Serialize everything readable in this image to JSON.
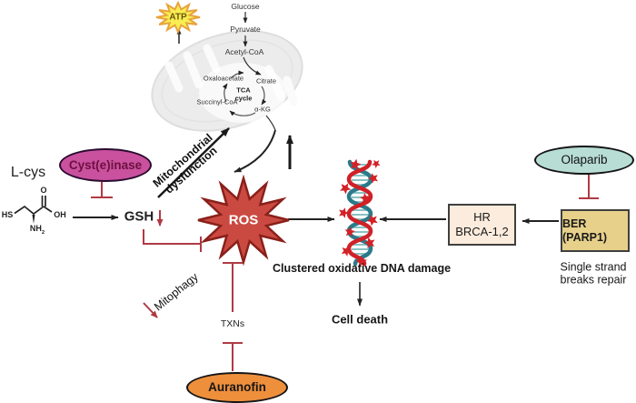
{
  "diagram": {
    "metabolism": {
      "glucose": "Glucose",
      "pyruvate": "Pyruvate",
      "acetyl_coa": "Acetyl-CoA",
      "oxaloacetate": "Oxaloacetate",
      "citrate": "Citrate",
      "tca_line1": "TCA",
      "tca_line2": "cycle",
      "succinyl_coa": "Succinyl-CoA",
      "alpha_kg": "α-KG",
      "atp": "ATP"
    },
    "cysteine_pathway": {
      "l_cys": "L-cys",
      "cysteinase": "Cyst(e)inase",
      "gsh": "GSH",
      "structure": {
        "hs": "HS",
        "o": "O",
        "oh": "OH",
        "nh": "NH",
        "nh_sub": "2"
      }
    },
    "center": {
      "mito_dysfunction_line1": "Mitochondrial",
      "mito_dysfunction_line2": "dysfunction",
      "ros": "ROS",
      "mitophagy": "Mitophagy",
      "txns": "TXNs"
    },
    "dna_section": {
      "caption": "Clustered oxidative DNA damage",
      "cell_death": "Cell death"
    },
    "repair": {
      "hr_line1": "HR",
      "hr_line2": "BRCA-1,2",
      "ber": "BER (PARP1)",
      "ssb_line1": "Single strand",
      "ssb_line2": "breaks repair"
    },
    "drugs": {
      "olaparib": "Olaparib",
      "auranofin": "Auranofin"
    },
    "colors": {
      "ros_fill": "#ca4a42",
      "ros_stroke": "#8a201a",
      "inhibit_red": "#b03a44",
      "cysteinase_fill": "#c9519e",
      "cysteinase_stroke": "#2a0b30",
      "cysteinase_text": "#6d1140",
      "olaparib_fill": "#b7ddd5",
      "auranofin_fill": "#ee8f3c",
      "hr_box_fill": "#fcecdd",
      "ber_box_fill": "#e7d08a",
      "dna_red": "#cf2127",
      "dna_teal": "#2b7a8a",
      "dna_rung": "#8ac2c4",
      "atp_fill": "#f8ee52",
      "atp_stroke": "#e8a33d"
    }
  }
}
